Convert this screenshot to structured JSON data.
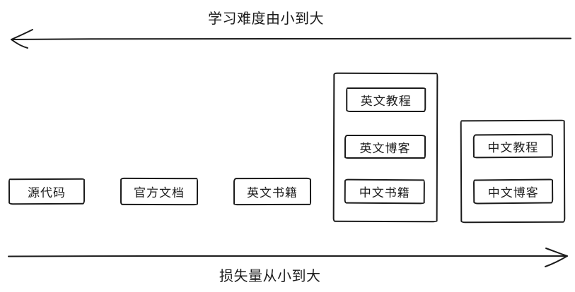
{
  "axes": {
    "top": {
      "label": "学习难度由小到大",
      "arrow_direction": "left"
    },
    "bottom": {
      "label": "损失量从小到大",
      "arrow_direction": "right"
    }
  },
  "nodes": [
    {
      "label": "源代码"
    },
    {
      "label": "官方文档"
    },
    {
      "label": "英文书籍"
    }
  ],
  "groups": [
    {
      "items": [
        {
          "label": "英文教程"
        },
        {
          "label": "英文博客"
        },
        {
          "label": "中文书籍"
        }
      ]
    },
    {
      "items": [
        {
          "label": "中文教程"
        },
        {
          "label": "中文博客"
        }
      ]
    }
  ],
  "colors": {
    "stroke": "#1b1b1b",
    "background": "#ffffff"
  }
}
